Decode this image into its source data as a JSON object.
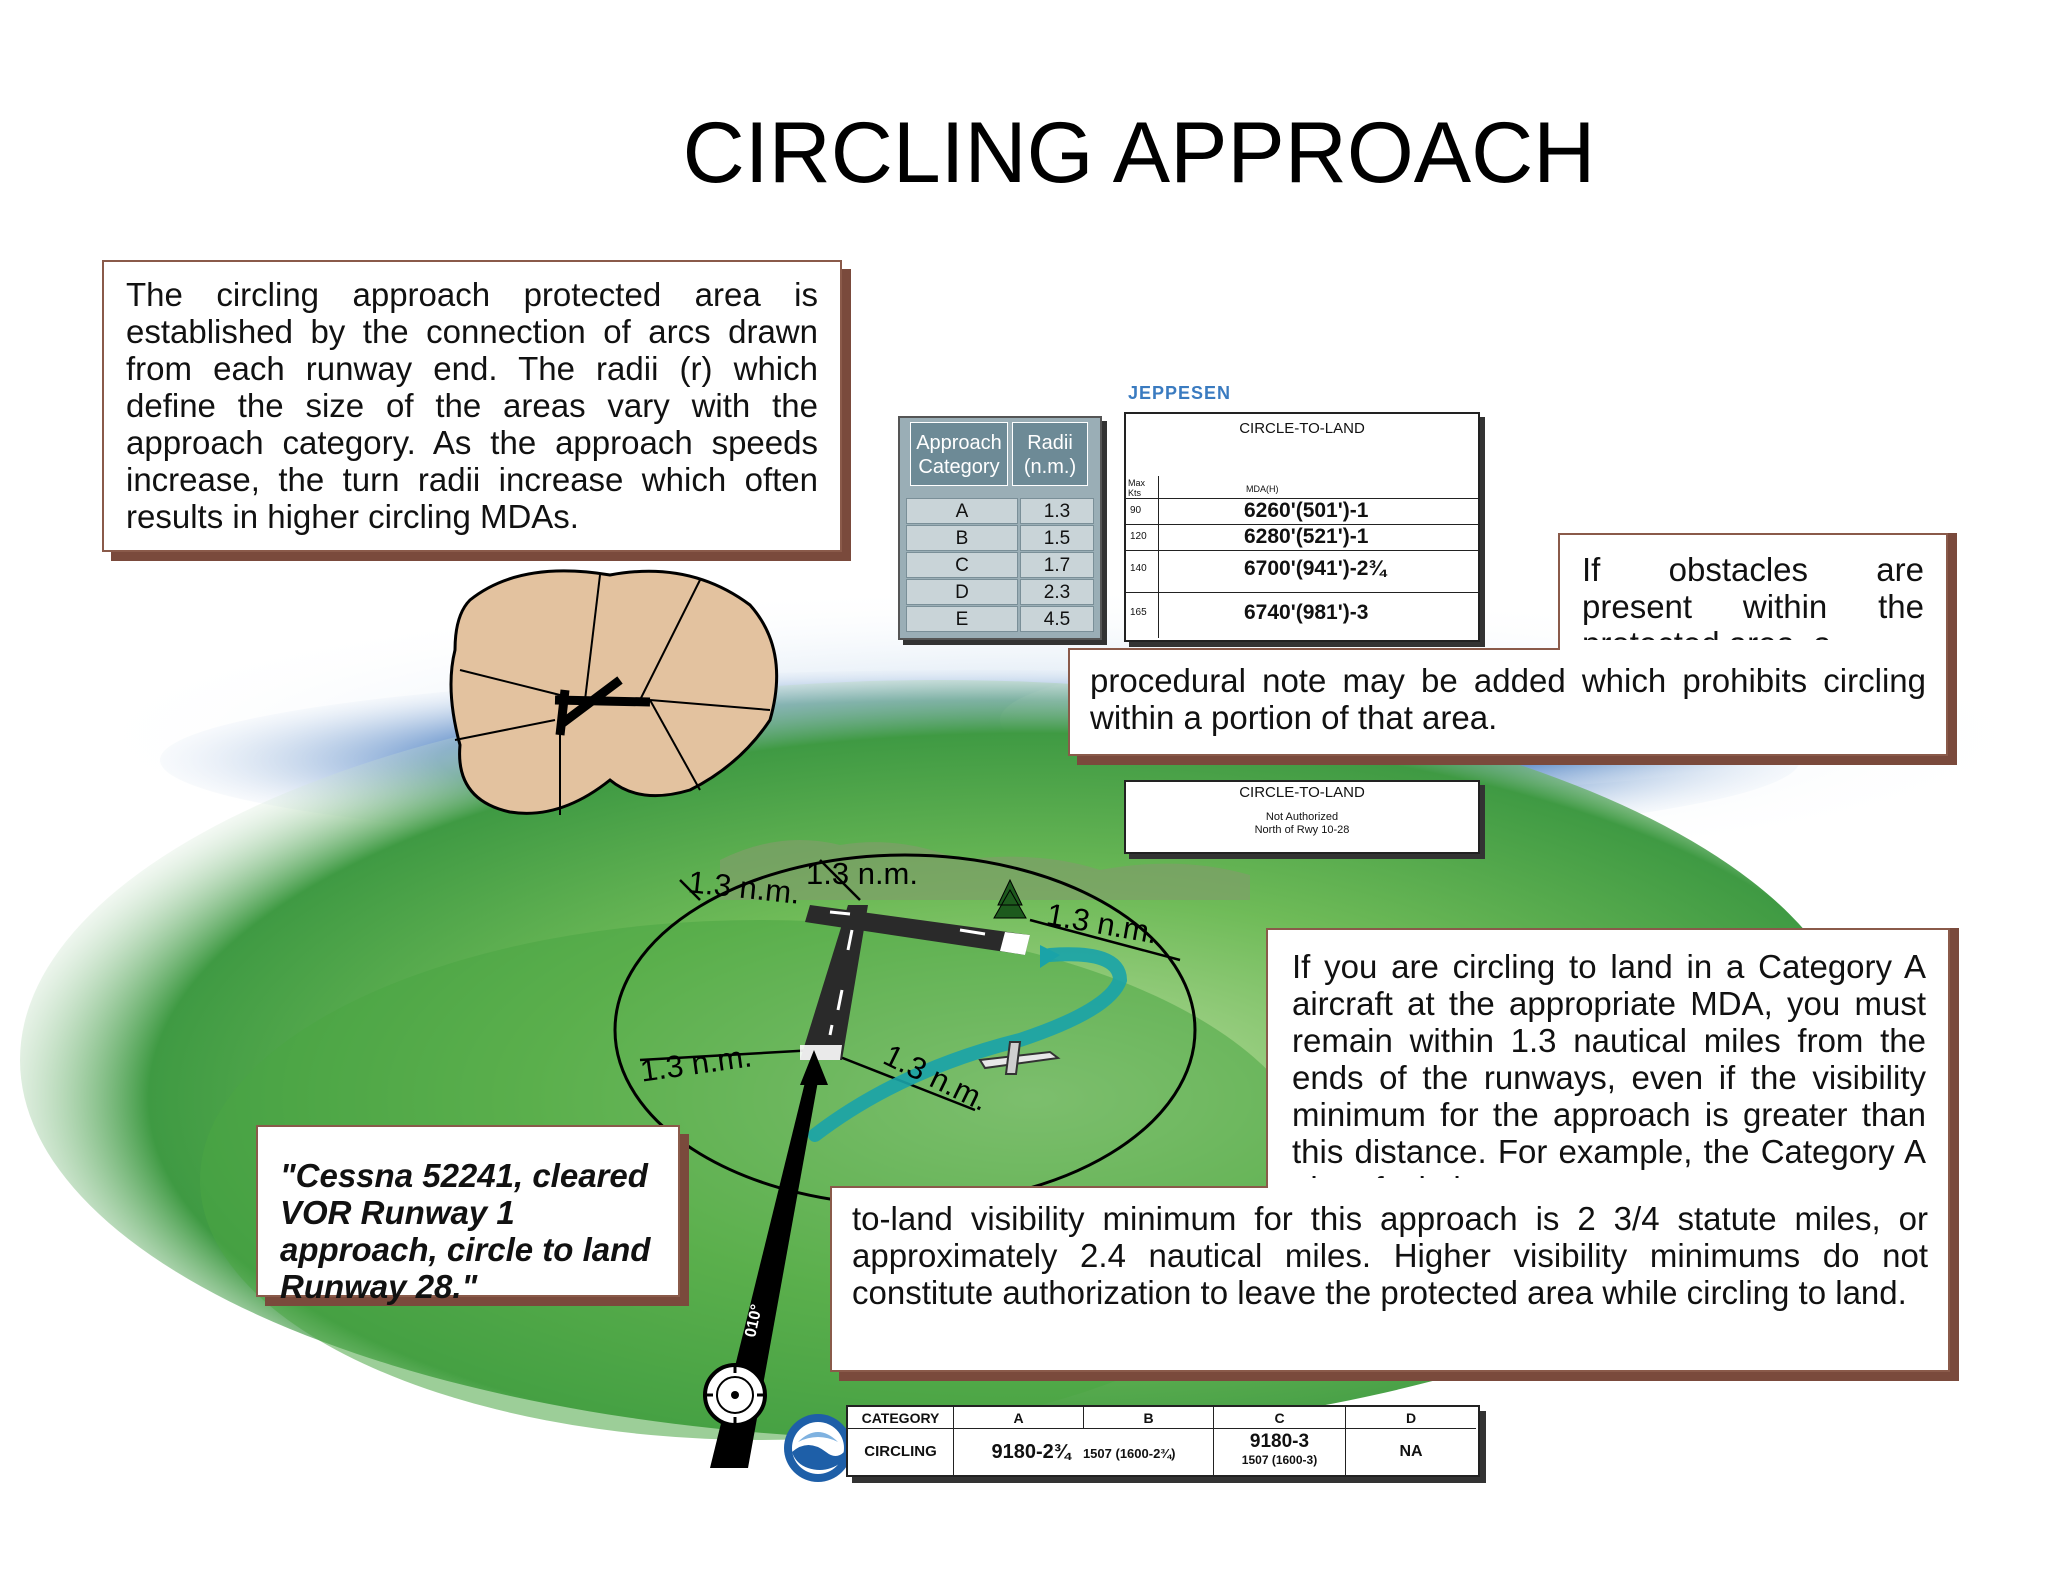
{
  "title": "CIRCLING APPROACH",
  "intro_text": "The circling approach protected area is established by the connection of arcs drawn from each runway end. The radii (r) which define the size of the areas vary with the approach category. As the approach speeds increase, the turn radii increase which often results in higher circling MDAs.",
  "obstacle_text_top": "If obstacles are present within the protected area, a",
  "obstacle_text_bottom": "procedural note may be added which prohibits circling within a portion of that area.",
  "cessna_quote": "\"Cessna 52241, cleared VOR Runway 1 approach, circle to land Runway 28.\"",
  "circling_text_top": "If you are circling to land in a Category A aircraft at the appropriate MDA, you must remain within 1.3 nautical miles from the ends of the runways, even if the visibility minimum for the approach is greater than this distance. For example, the Category A aircraft circle-",
  "circling_text_bottom": "to-land visibility minimum for this approach is 2 3/4 statute miles, or approximately 2.4 nautical miles. Higher visibility minimums do not constitute authorization to leave the protected area while circling to land.",
  "category_table": {
    "header_category": "Approach Category",
    "header_radii": "Radii (n.m.)",
    "rows": [
      {
        "cat": "A",
        "radius": "1.3"
      },
      {
        "cat": "B",
        "radius": "1.5"
      },
      {
        "cat": "C",
        "radius": "1.7"
      },
      {
        "cat": "D",
        "radius": "2.3"
      },
      {
        "cat": "E",
        "radius": "4.5"
      }
    ]
  },
  "jeppesen": {
    "logo": "JEPPESEN",
    "title": "CIRCLE-TO-LAND",
    "col_label": "Max Kts",
    "mda_label": "MDA(H)",
    "rows": [
      {
        "kts": "90",
        "value": "6260'(501')-1"
      },
      {
        "kts": "120",
        "value": "6280'(521')-1"
      },
      {
        "kts": "140",
        "value": "6700'(941')-2¾"
      },
      {
        "kts": "165",
        "value": "6740'(981')-3"
      }
    ]
  },
  "ctl_note": {
    "title": "CIRCLE-TO-LAND",
    "line1": "Not Authorized",
    "line2": "North of Rwy 10-28"
  },
  "radius_labels": [
    "1.3 n.m.",
    "1.3 n.m.",
    "1.3 n.m.",
    "1.3 n.m.",
    "1.3 n.m."
  ],
  "course_label": "010°",
  "minima_table": {
    "h_category": "CATEGORY",
    "h_a": "A",
    "h_b": "B",
    "h_c": "C",
    "h_d": "D",
    "row_label": "CIRCLING",
    "ab_main": "9180-2¾",
    "ab_sub": "1507 (1600-2¾)",
    "c_main": "9180-3",
    "c_sub": "1507 (1600-3)",
    "d_value": "NA"
  },
  "colors": {
    "callout_border": "#8a5a4a",
    "protected_area_fill": "#e3c29f",
    "circling_path": "#1aa3a8",
    "sky": "#3c74b8",
    "grass": "#5bb04d"
  }
}
